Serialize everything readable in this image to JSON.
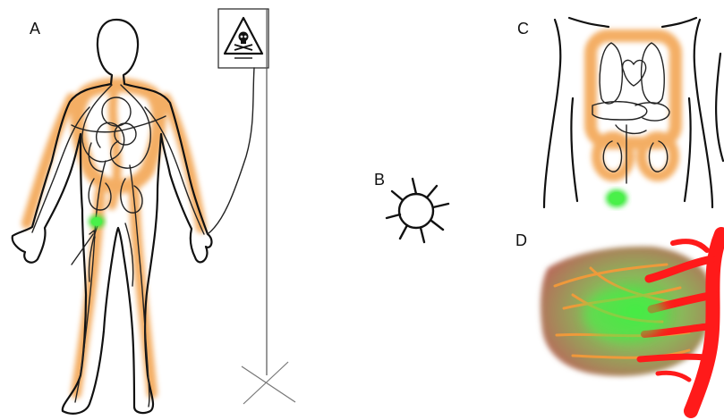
{
  "panels": {
    "a": {
      "label": "A"
    },
    "b": {
      "label": "B"
    },
    "c": {
      "label": "C"
    },
    "d": {
      "label": "D"
    }
  },
  "icons": {
    "poison_sign": "skull-crossbones-warning-icon",
    "particle": "nanoparticle-icon"
  },
  "colors": {
    "distribution": "#f2a04a",
    "target_tumor": "#3ee83e",
    "tumor_tissue": "#b86a5a",
    "blood_vessel": "#ff1a1a",
    "outline": "#111111"
  }
}
